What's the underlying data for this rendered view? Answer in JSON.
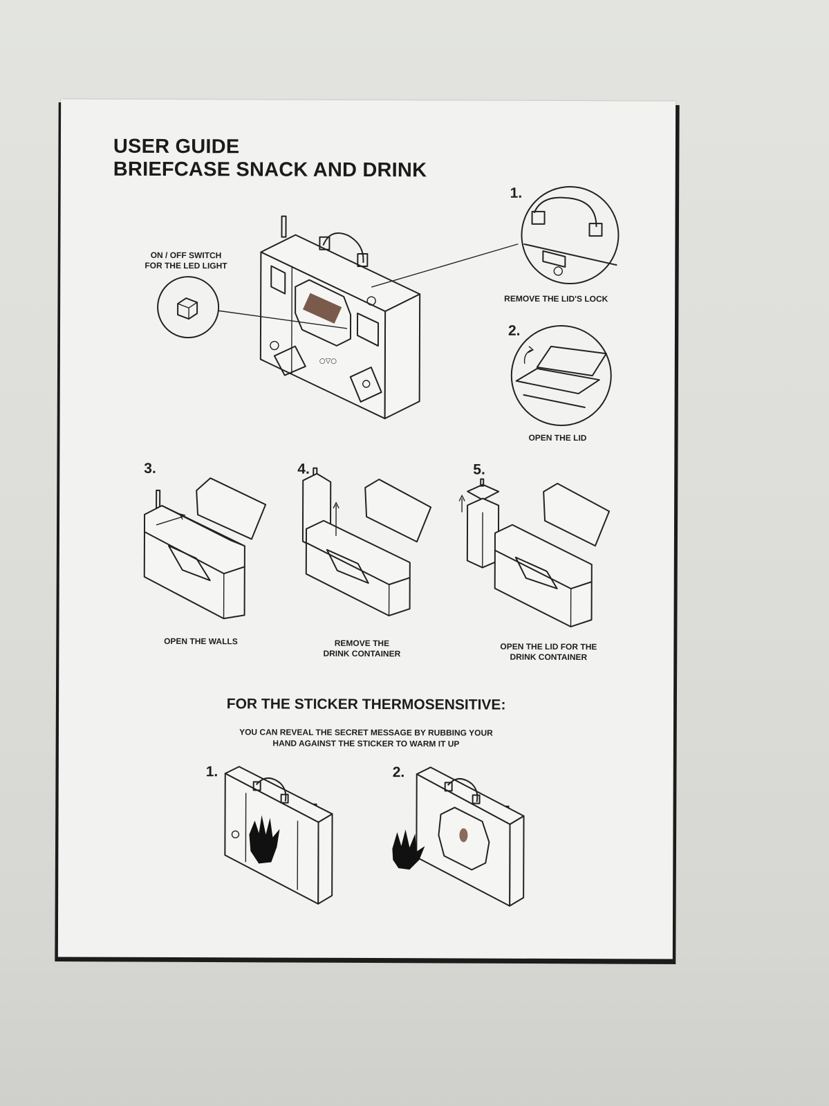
{
  "guide": {
    "title_line1": "USER GUIDE",
    "title_line2": "BRIEFCASE SNACK AND DRINK"
  },
  "callouts": {
    "switch_line1": "ON / OFF SWITCH",
    "switch_line2": "FOR THE LED LIGHT",
    "step1_number": "1.",
    "step1_label": "REMOVE THE LID'S LOCK",
    "step2_number": "2.",
    "step2_label": "OPEN THE LID"
  },
  "steps": [
    {
      "number": "3.",
      "label_line1": "OPEN THE WALLS",
      "label_line2": ""
    },
    {
      "number": "4.",
      "label_line1": "REMOVE THE",
      "label_line2": "DRINK CONTAINER"
    },
    {
      "number": "5.",
      "label_line1": "OPEN THE LID FOR THE",
      "label_line2": "DRINK CONTAINER"
    }
  ],
  "sticker": {
    "heading": "FOR THE STICKER THERMOSENSITIVE:",
    "line1": "YOU CAN REVEAL THE SECRET MESSAGE BY RUBBING YOUR",
    "line2": "HAND AGAINST THE STICKER TO WARM IT UP",
    "step1_number": "1.",
    "step2_number": "2."
  }
}
